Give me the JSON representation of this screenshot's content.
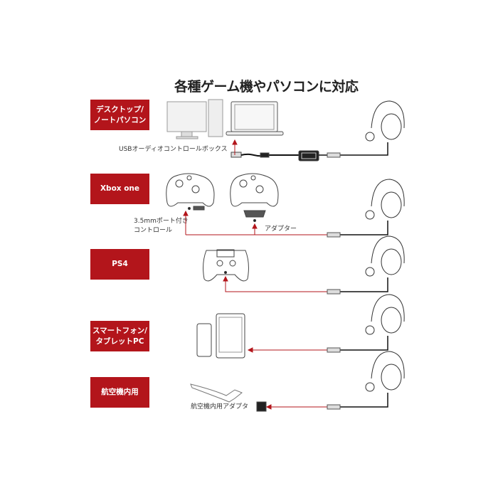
{
  "title": "各種ゲーム機やパソコンに対応",
  "accent_color": "#b3151b",
  "rows": [
    {
      "label_line1": "デスクトップ/",
      "label_line2": "ノートパソコン",
      "caption": "USBオーディオコントロールボックス"
    },
    {
      "label": "Xbox one",
      "caption_controller_line1": "3.5mmポート付き",
      "caption_controller_line2": "コントロール",
      "caption_adapter": "アダプター"
    },
    {
      "label": "PS4"
    },
    {
      "label_line1": "スマートフォン/",
      "label_line2": "タブレットPC"
    },
    {
      "label": "航空機内用",
      "caption": "航空機内用アダプタ"
    }
  ]
}
